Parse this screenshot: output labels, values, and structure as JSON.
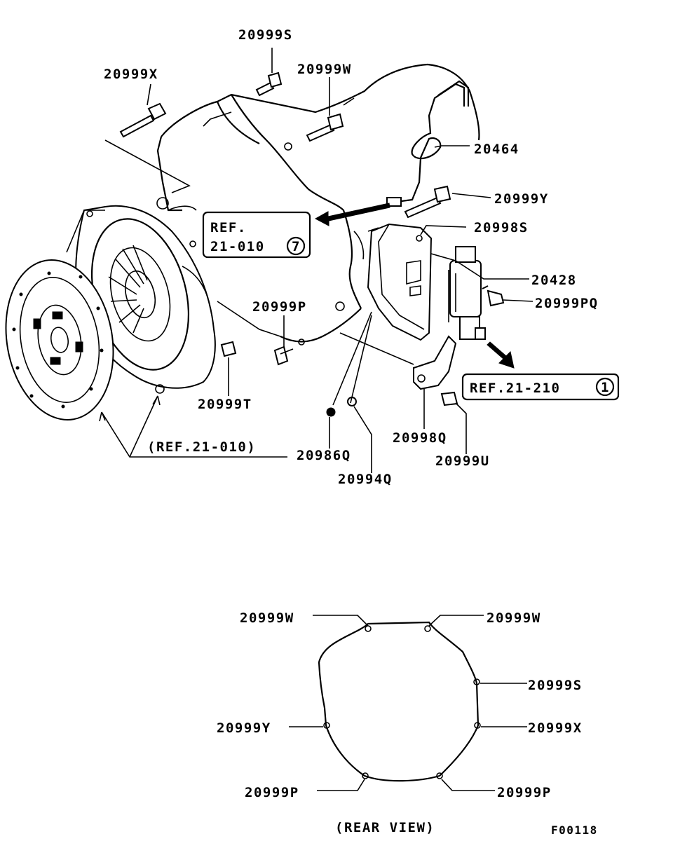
{
  "diagram": {
    "part_labels": {
      "p20999S_top": "20999S",
      "p20999X_top": "20999X",
      "p20999W_top": "20999W",
      "p20464": "20464",
      "p20999Y_top": "20999Y",
      "p20998S": "20998S",
      "p20428": "20428",
      "p20999PQ": "20999PQ",
      "p20999P_top": "20999P",
      "p20999T": "20999T",
      "p20998Q": "20998Q",
      "p20999U": "20999U",
      "p20986Q": "20986Q",
      "p20994Q": "20994Q"
    },
    "references": {
      "ref1_line1": "REF.",
      "ref1_line2": "21-010",
      "ref1_circle": "7",
      "ref2_text": "REF.21-210",
      "ref2_circle": "1",
      "ref3_text": "(REF.21-010)"
    },
    "rear_view": {
      "title": "(REAR VIEW)",
      "left_labels": [
        "20999W",
        "20999Y",
        "20999P"
      ],
      "right_labels": [
        "20999W",
        "20999S",
        "20999X",
        "20999P"
      ]
    },
    "figure_code": "F00118"
  }
}
